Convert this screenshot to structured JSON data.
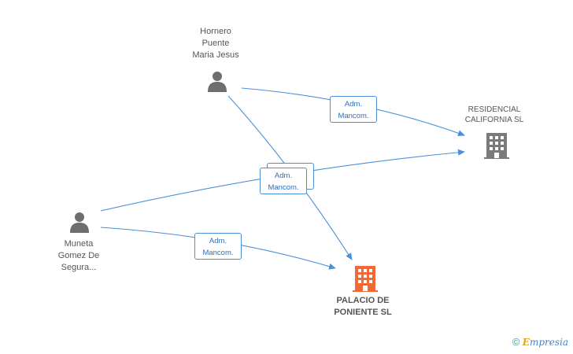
{
  "nodes": {
    "person_top": {
      "lines": [
        "Hornero",
        "Puente",
        "Maria Jesus"
      ]
    },
    "person_left": {
      "lines": [
        "Muneta",
        "Gomez De",
        "Segura..."
      ]
    },
    "company_residencial": {
      "lines": [
        "RESIDENCIAL",
        "CALIFORNIA SL"
      ]
    },
    "company_palacio": {
      "lines": [
        "PALACIO DE",
        "PONIENTE SL"
      ],
      "color": "#f06a35"
    }
  },
  "edges": {
    "label_line1": "Adm.",
    "label_line2": "Mancom."
  },
  "colors": {
    "edge": "#4a8fd8",
    "person_icon": "#6e6e6e",
    "company_icon": "#7a7a7a",
    "highlight_company": "#f06a35"
  },
  "footer": {
    "copyright_symbol": "©",
    "brand_initial": "E",
    "brand_rest": "mpresia"
  }
}
